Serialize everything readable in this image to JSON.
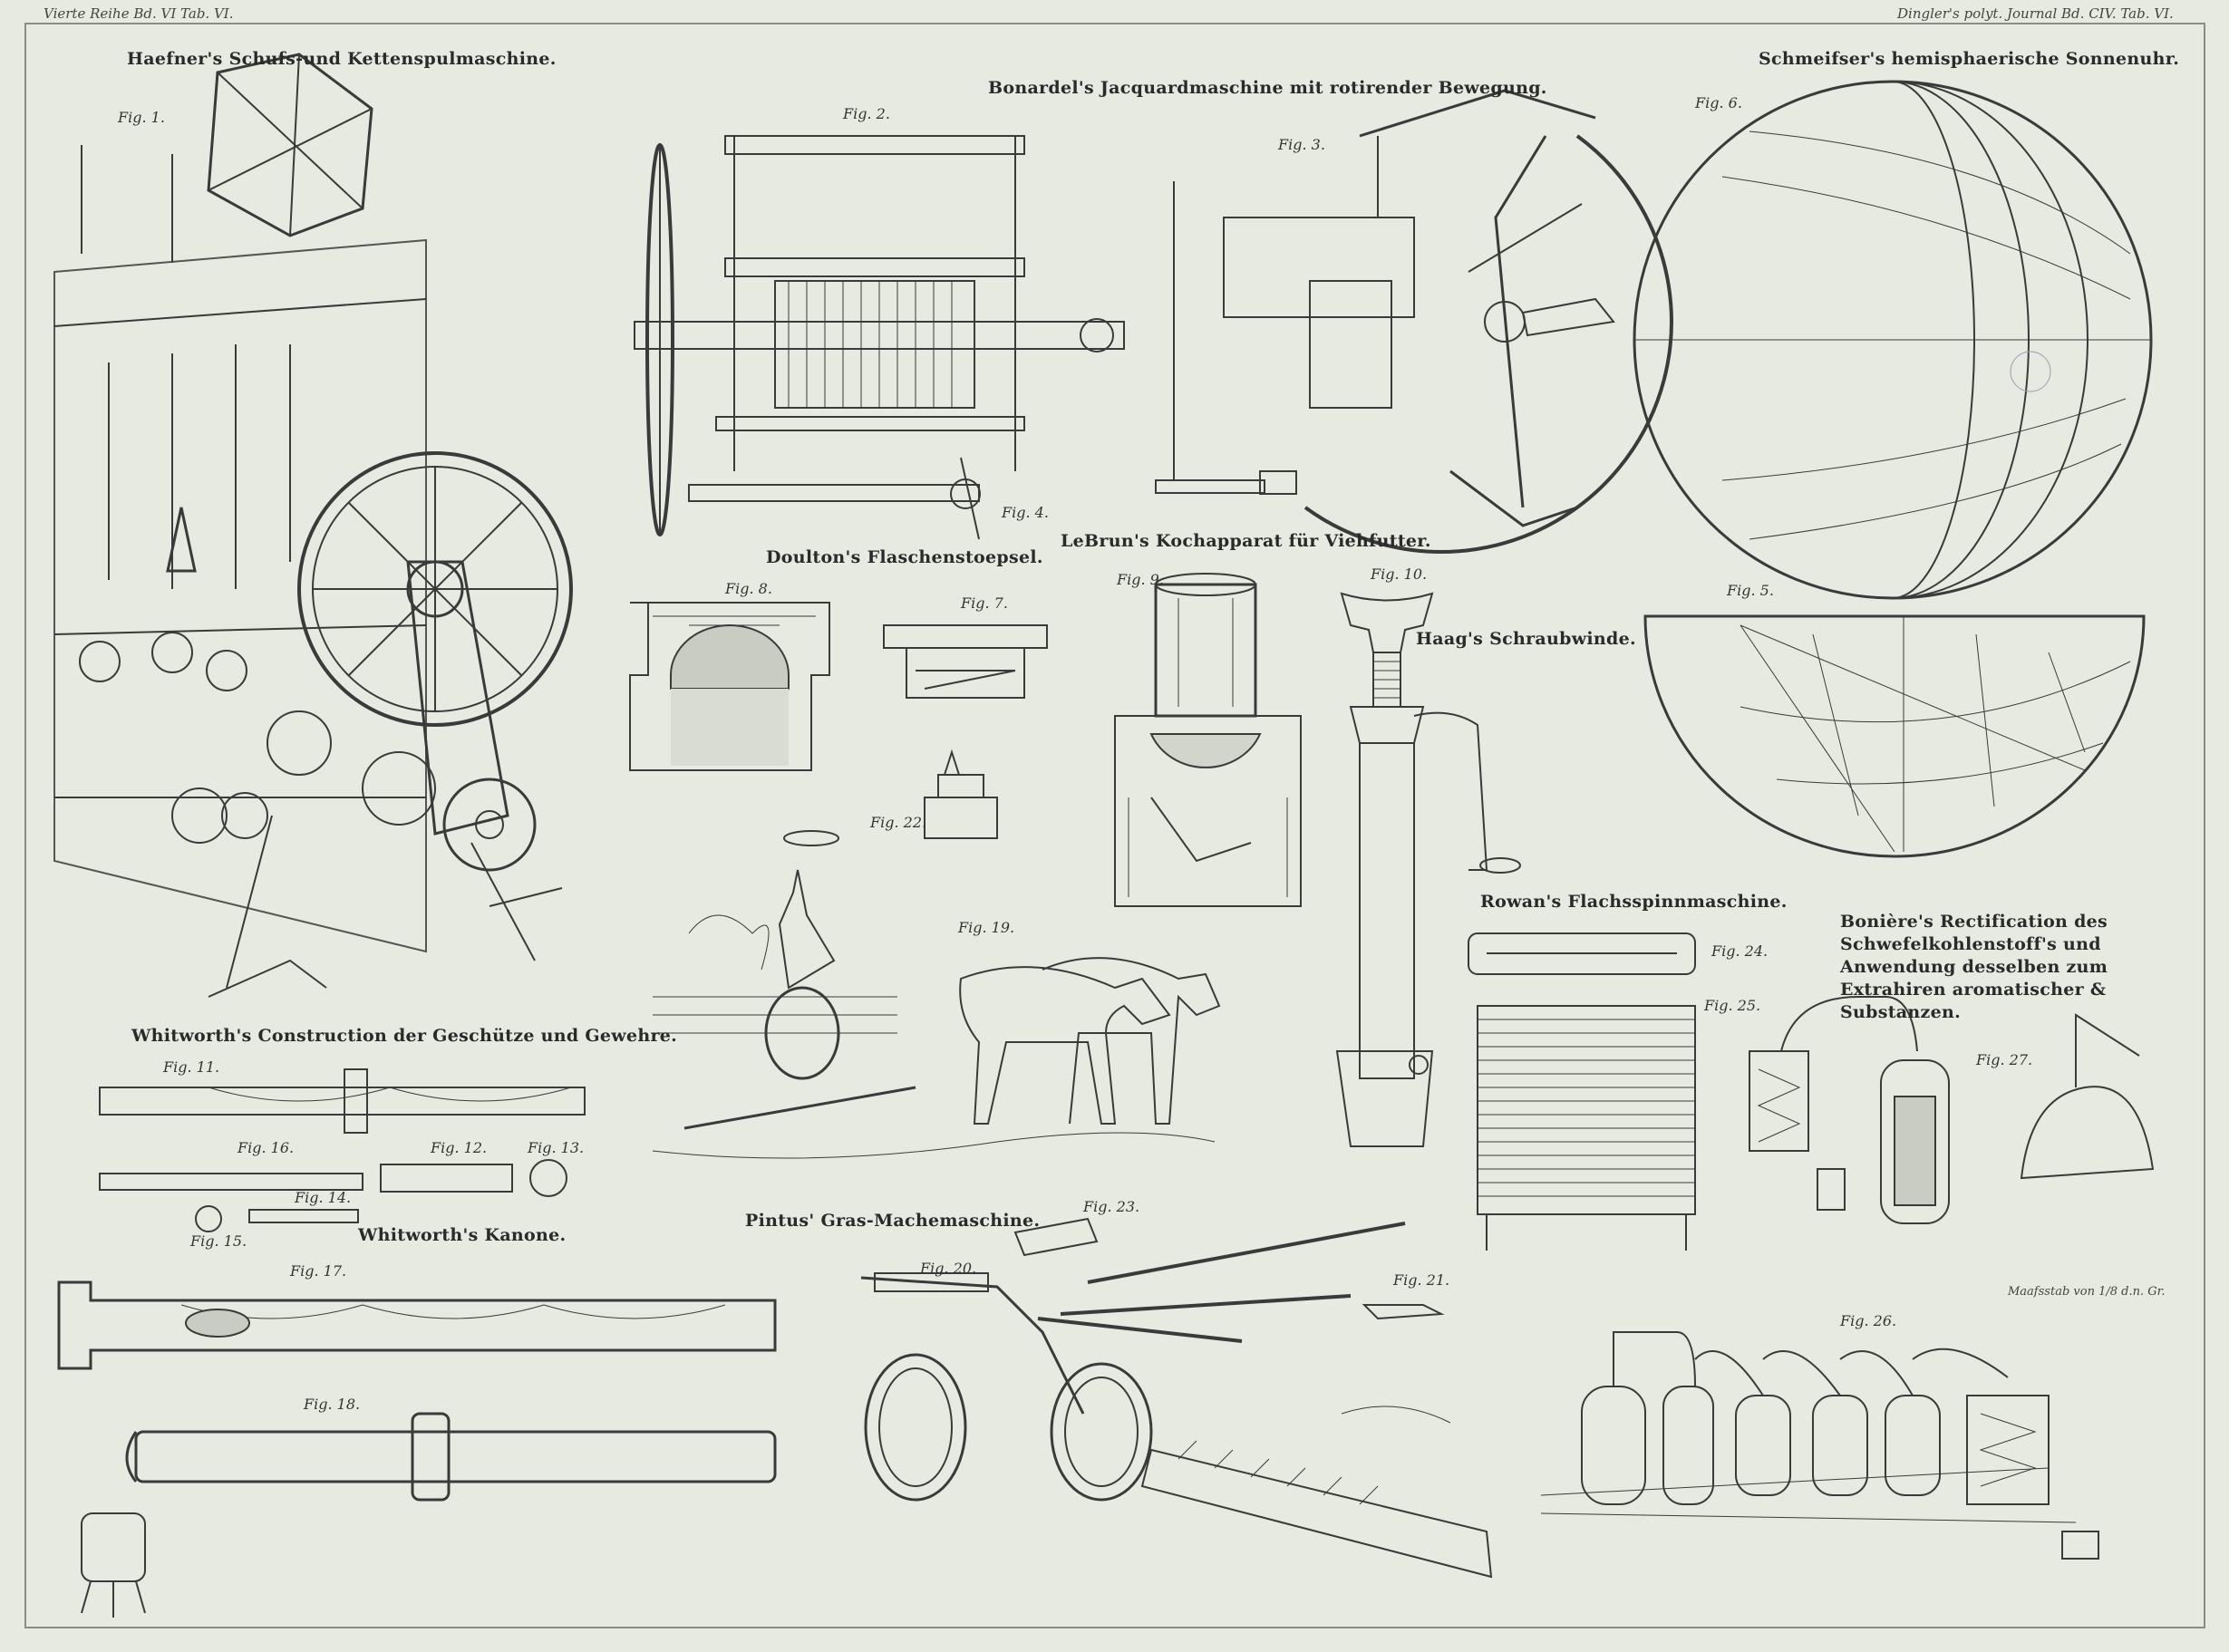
{
  "header": {
    "left": "Vierte Reihe Bd. VI Tab. VI.",
    "right": "Dingler's polyt. Journal Bd. CIV. Tab. VI."
  },
  "titles": {
    "haefner": "Haefner's Schufs-und Kettenspulmaschine.",
    "bonardel": "Bonardel's Jacquardmaschine mit rotirender Bewegung.",
    "schmeisser": "Schmeifser's hemisphaerische Sonnenuhr.",
    "doulton": "Doulton's Flaschenstoepsel.",
    "lebrun": "LeBrun's Kochapparat für Viehfutter.",
    "haag": "Haag's Schraubwinde.",
    "rowan": "Rowan's Flachsspinnmaschine.",
    "boniere": "Bonière's Rectification des Schwefelkohlenstoff's und Anwendung desselben zum Extrahiren aromatischer & Substanzen.",
    "whitworth_construction": "Whitworth's Construction der Geschütze und Gewehre.",
    "whitworth_kanone": "Whitworth's Kanone.",
    "pintus": "Pintus' Gras-Machemaschine."
  },
  "figures": {
    "f1": "Fig. 1.",
    "f2": "Fig. 2.",
    "f3": "Fig. 3.",
    "f4": "Fig. 4.",
    "f5": "Fig. 5.",
    "f6": "Fig. 6.",
    "f7": "Fig. 7.",
    "f8": "Fig. 8.",
    "f9": "Fig. 9.",
    "f10": "Fig. 10.",
    "f11": "Fig. 11.",
    "f12": "Fig. 12.",
    "f13": "Fig. 13.",
    "f14": "Fig. 14.",
    "f15": "Fig. 15.",
    "f16": "Fig. 16.",
    "f17": "Fig. 17.",
    "f18": "Fig. 18.",
    "f19": "Fig. 19.",
    "f20": "Fig. 20.",
    "f21": "Fig. 21.",
    "f22": "Fig. 22.",
    "f23": "Fig. 23.",
    "f24": "Fig. 24.",
    "f25": "Fig. 25.",
    "f26": "Fig. 26.",
    "f27": "Fig. 27."
  },
  "scale_note": "Maafsstab von 1/8 d.n. Gr.",
  "colors": {
    "paper": "#e7eae0",
    "ink": "#2b2b2b"
  }
}
